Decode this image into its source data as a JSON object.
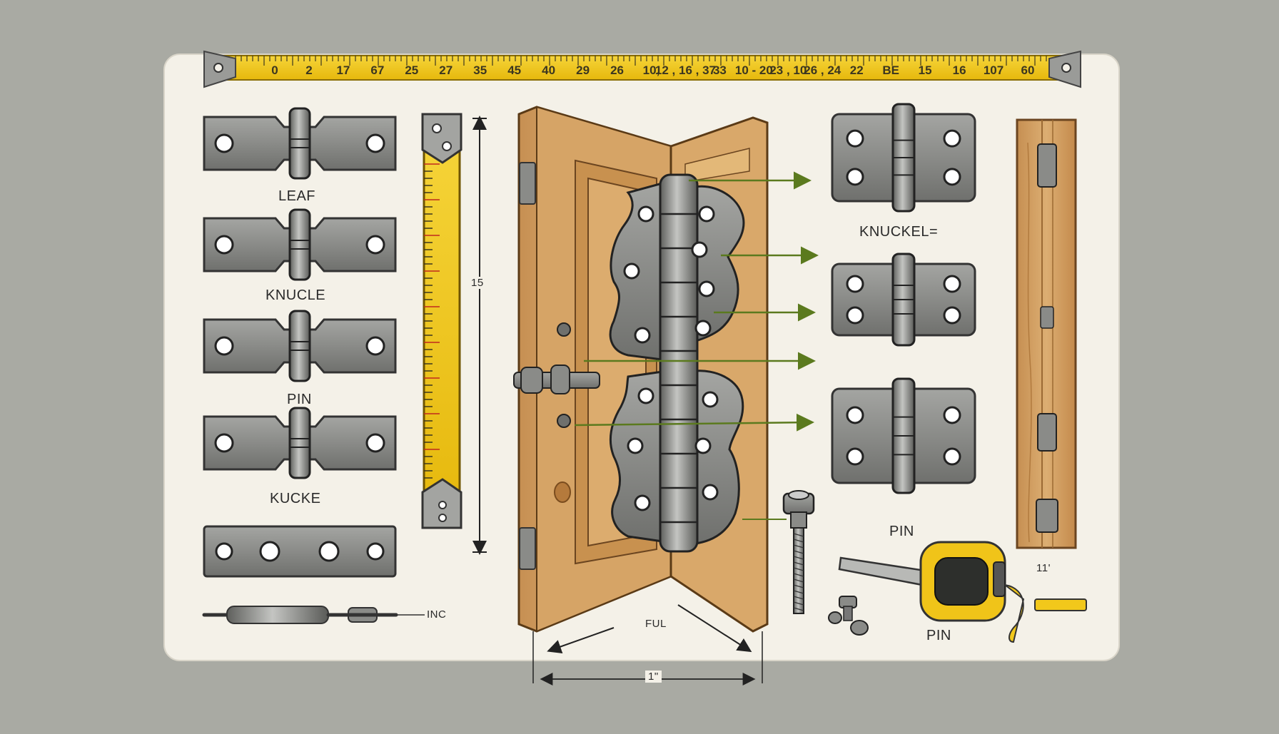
{
  "colors": {
    "background": "#a9aaa3",
    "board": "#f4f1e8",
    "steel": "#8c8d8a",
    "steel_dark": "#4a4b49",
    "tape_yellow": "#f2c81b",
    "wood": "#d8a868",
    "wood_dark": "#b98246",
    "arrow_green": "#5b7a1e"
  },
  "tape_numbers": [
    "0",
    "2",
    "17",
    "67",
    "25",
    "27",
    "35",
    "45",
    "40",
    "29",
    "26",
    "10,",
    "12 , 16 , 37",
    "33",
    "10 - 20",
    "23 , 10",
    "26 , 24",
    "22",
    "BE",
    "15",
    "16",
    "107",
    "60"
  ],
  "left_column": {
    "labels": [
      "LEAF",
      "KNUCLE",
      "PIN",
      "KUCKE"
    ],
    "pin_label": "INC"
  },
  "dimensions": {
    "vertical": "15",
    "door_width": "FUL",
    "bottom": "1\"",
    "right_plank": "11'"
  },
  "right_column": {
    "labels": [
      "KNUCKEL=",
      "PIN",
      "PIN"
    ]
  },
  "icons": [
    "tape-measure-icon",
    "hinge-icon",
    "bolt-icon",
    "screw-icon",
    "door-icon"
  ]
}
